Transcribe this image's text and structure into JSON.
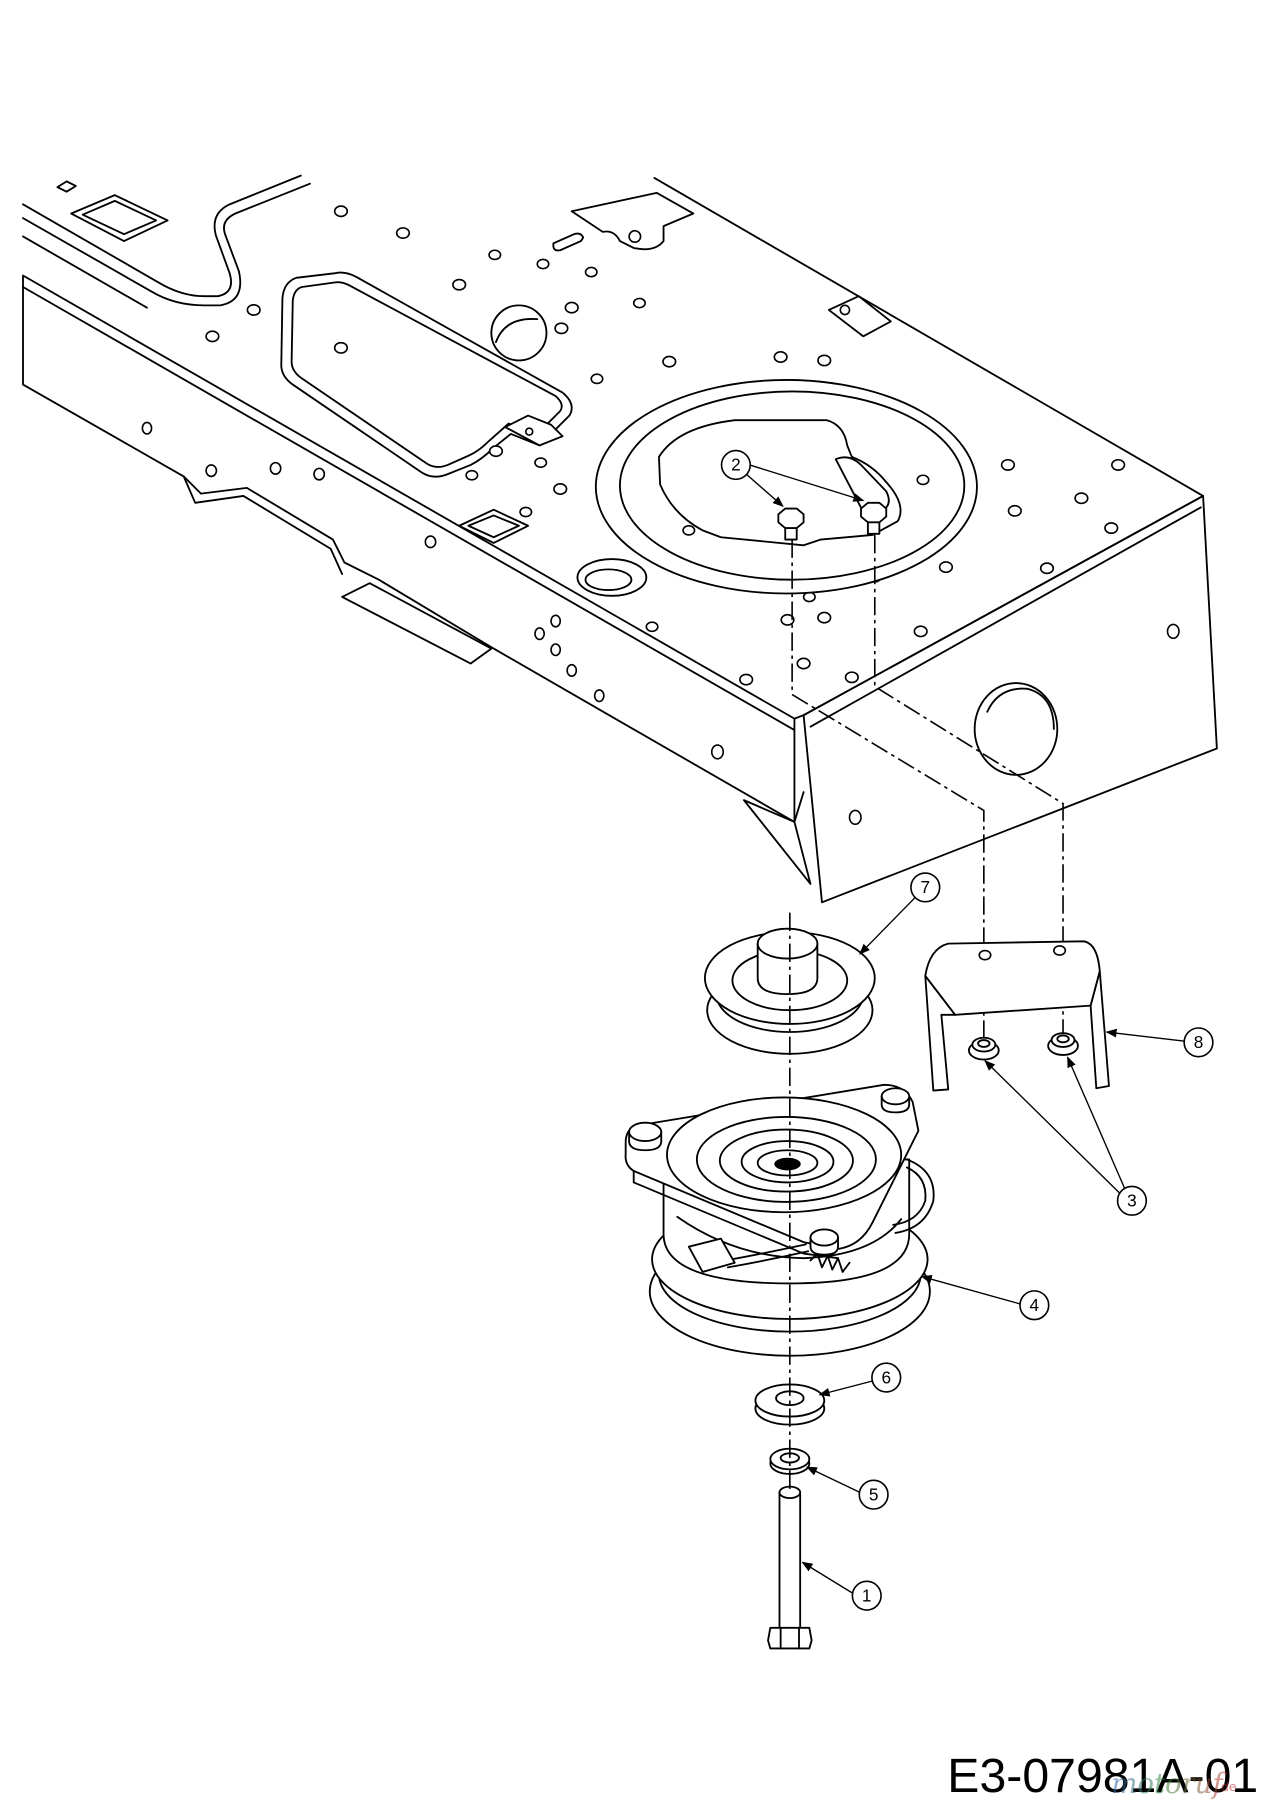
{
  "diagram": {
    "callouts": [
      {
        "label": "1"
      },
      {
        "label": "2"
      },
      {
        "label": "3"
      },
      {
        "label": "4"
      },
      {
        "label": "5"
      },
      {
        "label": "6"
      },
      {
        "label": "7"
      },
      {
        "label": "8"
      }
    ],
    "drawing_code": "E3-07981A-01"
  },
  "watermark": {
    "name": "motoruf",
    "tld": ".de"
  },
  "colors": {
    "line": "#000000",
    "background": "#ffffff"
  }
}
